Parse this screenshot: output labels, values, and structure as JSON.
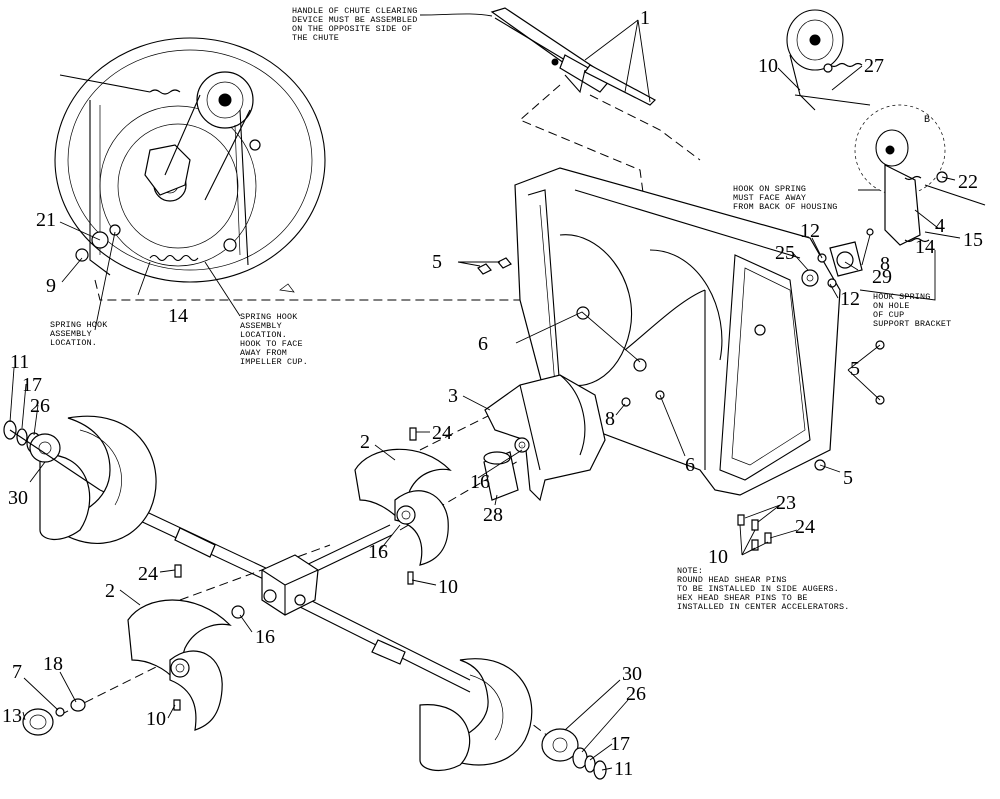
{
  "notes": {
    "chute": [
      "HANDLE OF CHUTE CLEARING",
      "DEVICE MUST BE ASSEMBLED",
      "ON THE OPPOSITE SIDE OF",
      "THE CHUTE"
    ],
    "spring_hook": [
      "SPRING HOOK",
      "ASSEMBLY",
      "LOCATION."
    ],
    "spring_hook_face": [
      "SPRING HOOK",
      "ASSEMBLY",
      "LOCATION.",
      "HOOK TO FACE",
      "AWAY FROM",
      "IMPELLER CUP."
    ],
    "hook_on_spring": [
      "HOOK ON SPRING",
      "MUST FACE AWAY",
      "FROM BACK OF HOUSING"
    ],
    "hook_spring_hole": [
      "HOOK SPRING",
      "ON HOLE",
      "OF CUP",
      "SUPPORT BRACKET"
    ],
    "shear_pins": [
      "NOTE:",
      "ROUND HEAD SHEAR PINS",
      "TO BE INSTALLED IN SIDE AUGERS.",
      "HEX HEAD SHEAR PINS TO BE",
      "INSTALLED IN CENTER ACCELERATORS."
    ]
  },
  "detail_label": "B",
  "callouts": {
    "c1": "1",
    "c10_top": "10",
    "c27": "27",
    "c22": "22",
    "c4": "4",
    "c15": "15",
    "c14_r": "14",
    "c12_a": "12",
    "c25": "25",
    "c8_r": "8",
    "c29": "29",
    "c12_b": "12",
    "c21": "21",
    "c9": "9",
    "c14_l": "14",
    "c5_a": "5",
    "c6_a": "6",
    "c3": "3",
    "c8_m": "8",
    "c6_b": "6",
    "c5_b": "5",
    "c5_c": "5",
    "c11_a": "11",
    "c17_a": "17",
    "c26_a": "26",
    "c30_a": "30",
    "c2_a": "2",
    "c24_a": "24",
    "c16_a": "16",
    "c28": "28",
    "c16_b": "16",
    "c16_c": "16",
    "c10_m": "10",
    "c23": "23",
    "c24_b": "24",
    "c10_r": "10",
    "c2_b": "2",
    "c24_c": "24",
    "c7": "7",
    "c18": "18",
    "c13": "13",
    "c10_b": "10",
    "c30_b": "30",
    "c26_b": "26",
    "c17_b": "17",
    "c11_b": "11"
  }
}
